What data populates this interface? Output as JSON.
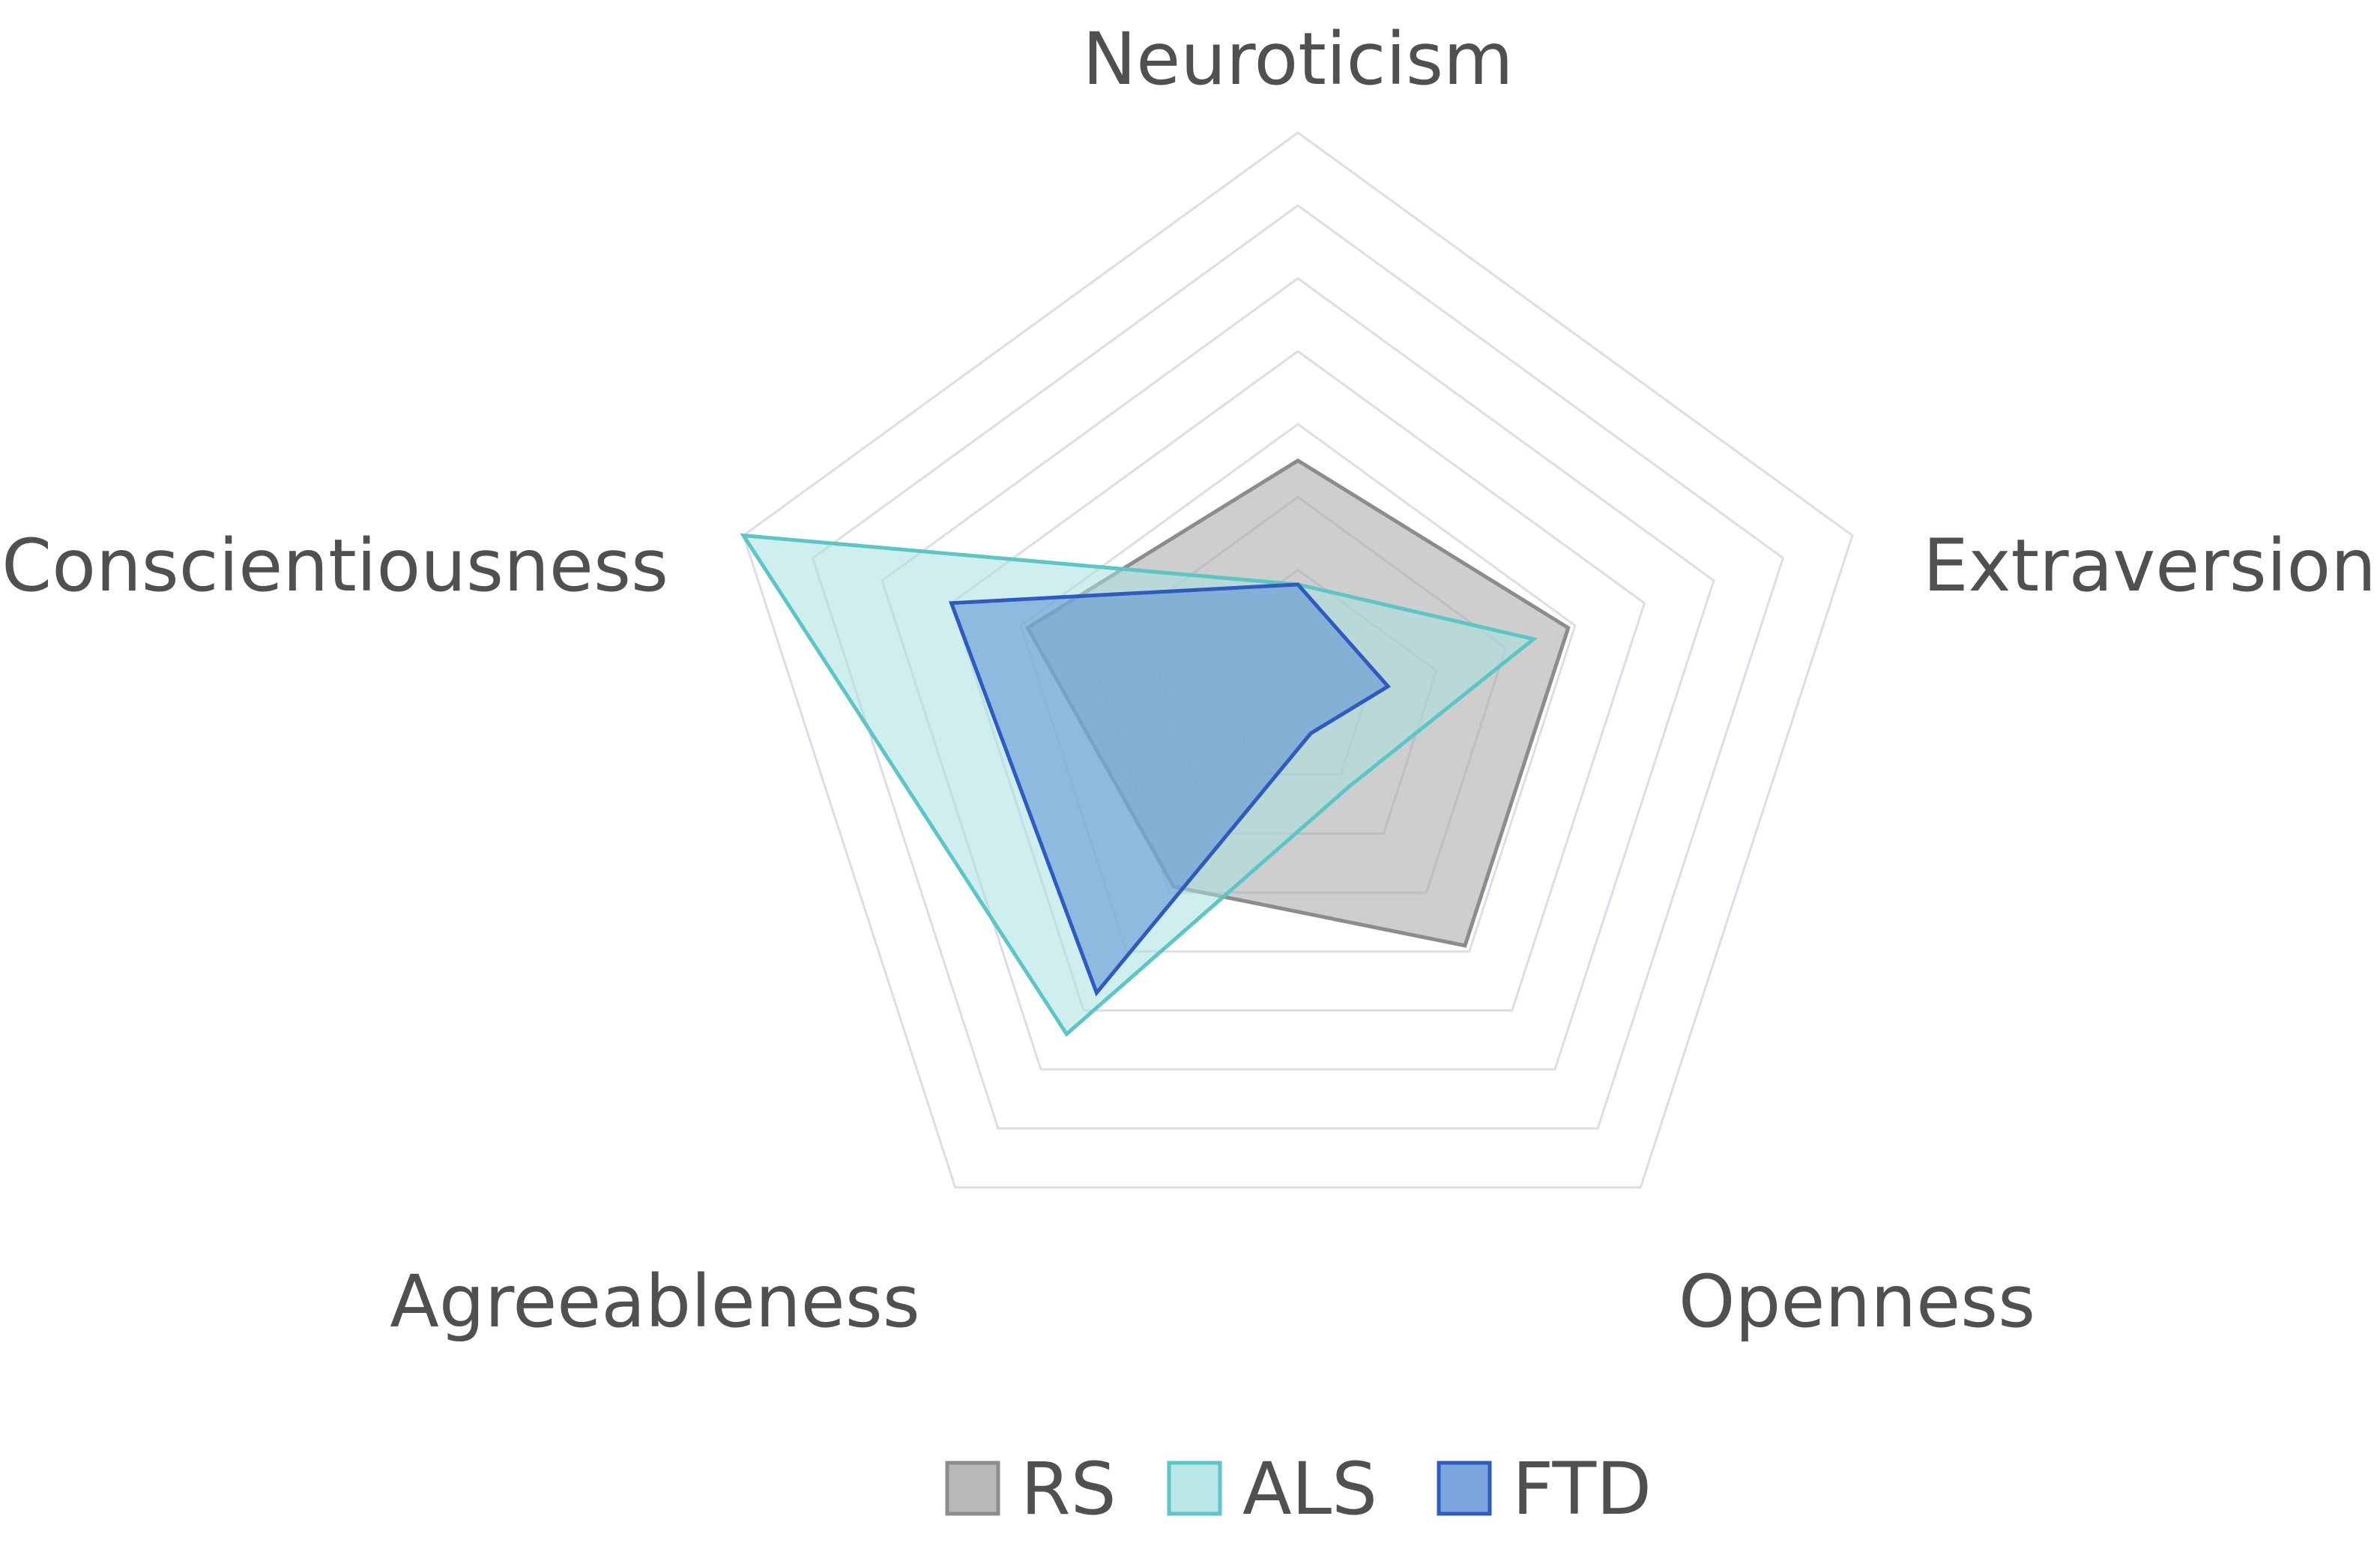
{
  "chart_data": {
    "type": "radar",
    "axes": [
      "Neuroticism",
      "Extraversion",
      "Openness",
      "Agreeableness",
      "Conscientiousness"
    ],
    "rlim": [
      0,
      8
    ],
    "rings": 8,
    "grid": true,
    "legend_position": "bottom",
    "series": [
      {
        "name": "RS",
        "values": [
          3.5,
          3.9,
          3.9,
          2.9,
          3.9
        ],
        "fill": "#a6a6a6",
        "stroke": "#8c8c8c",
        "fill_opacity": 0.55
      },
      {
        "name": "ALS",
        "values": [
          1.8,
          3.4,
          1.2,
          5.4,
          8.0
        ],
        "fill": "#a8e0e0",
        "stroke": "#5cc6c6",
        "fill_opacity": 0.55
      },
      {
        "name": "FTD",
        "values": [
          1.8,
          1.3,
          0.3,
          4.7,
          5.0
        ],
        "fill": "#5b8fd6",
        "stroke": "#2f5bc1",
        "fill_opacity": 0.55
      }
    ],
    "grid_color": "#dcdde8"
  }
}
